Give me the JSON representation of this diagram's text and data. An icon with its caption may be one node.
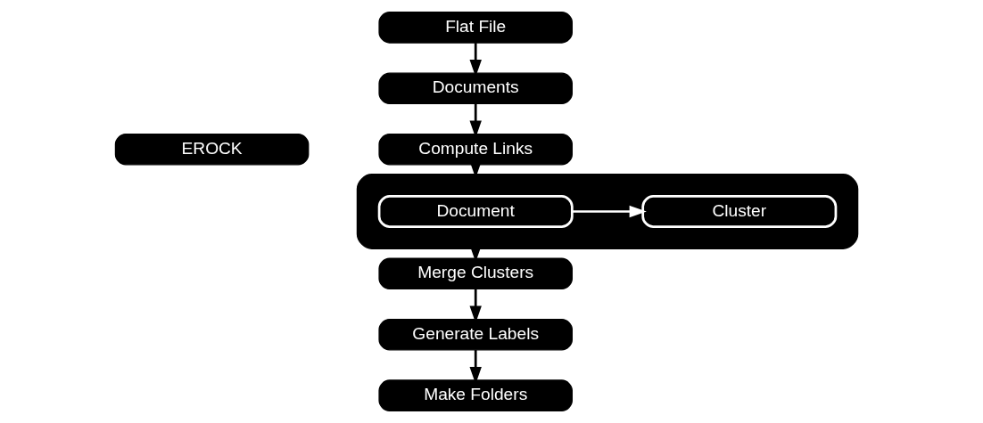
{
  "diagram": {
    "nodes": [
      {
        "text": [
          "Flat File"
        ]
      },
      {
        "text": [
          "Documents"
        ]
      },
      {
        "text": [
          "Compute Links"
        ]
      },
      {
        "text": [
          "EROCK"
        ]
      },
      {
        "text": [],
        "shape": "box"
      },
      {
        "text": [
          "Document"
        ],
        "in": 4
      },
      {
        "text": [
          "Cluster"
        ],
        "in": 4
      },
      {
        "text": [
          "Merge Clusters"
        ]
      },
      {
        "text": [
          "Generate Labels"
        ]
      },
      {
        "text": [
          "Make Folders"
        ]
      }
    ],
    "edges": [
      {
        "from": 0,
        "to": 1,
        "arrow": "to"
      },
      {
        "from": 1,
        "to": 2,
        "arrow": "to"
      },
      {
        "from": 2,
        "to": 4,
        "arrow": "to"
      },
      {
        "from": 5,
        "to": 6,
        "arrow": "to",
        "color": "#ffffff"
      },
      {
        "from": 4,
        "to": 7,
        "arrow": "to"
      },
      {
        "from": 7,
        "to": 8,
        "arrow": "to"
      },
      {
        "from": 8,
        "to": 9,
        "arrow": "to"
      }
    ]
  }
}
